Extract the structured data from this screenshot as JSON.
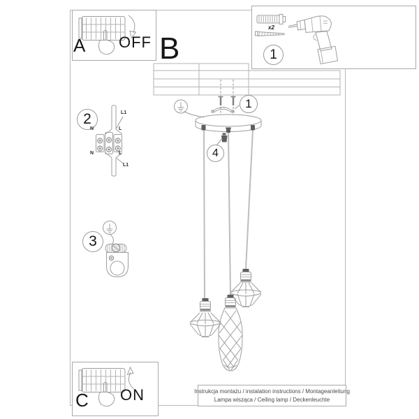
{
  "document": {
    "type": "lamp installation manual page",
    "footer": {
      "line1": "Instrukcja montażu / instalation instructions / Montageanleitung",
      "line2": "Lampa wisząca / Ceiling lamp / Deckenleuchte"
    }
  },
  "panels": {
    "a": {
      "label": "A",
      "state": "OFF"
    },
    "b": {
      "label": "B"
    },
    "c": {
      "label": "C",
      "state": "ON"
    }
  },
  "tools_box": {
    "step_number": "1",
    "dowel_quantity": "x2"
  },
  "steps": {
    "bracket": "1",
    "wiring": "2",
    "socket": "3",
    "connector": "4"
  },
  "wiring_labels": {
    "l1_top": "L1",
    "n_top": "N",
    "l_top": "L",
    "n_bottom": "N",
    "l_bottom": "L",
    "l1_bottom": "L1"
  },
  "colors": {
    "line_art": "#b3b3b3",
    "dark_accent": "#5e5e5e",
    "text": "#1a1a1a",
    "border": "#a9a9a9"
  }
}
